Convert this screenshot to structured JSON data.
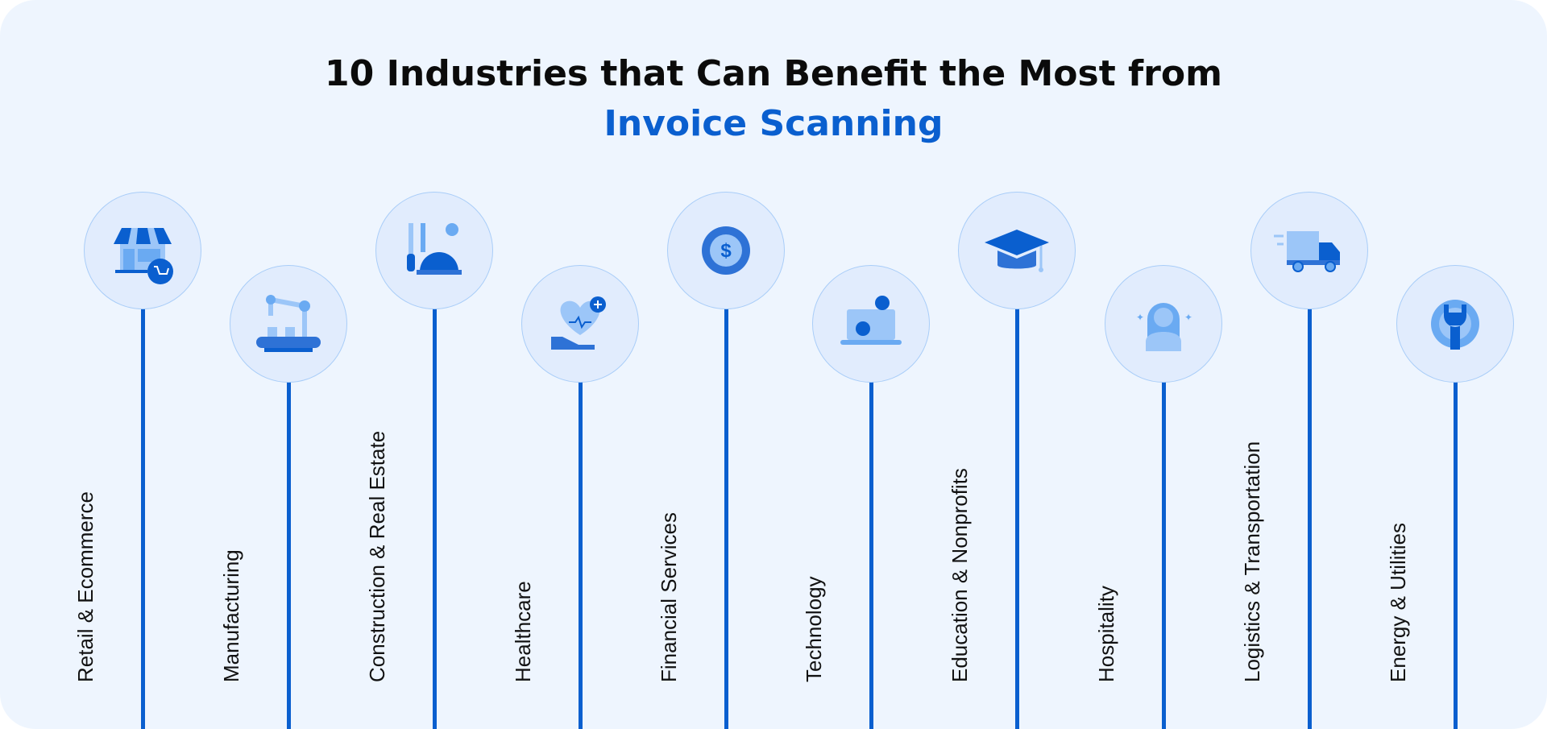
{
  "title": {
    "line1": "10 Industries that Can Benefit the Most from",
    "line2": "Invoice Scanning"
  },
  "colors": {
    "accent": "#0a5fcf",
    "background": "#eef5fe",
    "circle_fill": "#e1ecfd",
    "circle_border": "#a9cdf8",
    "icon_light": "#9cc6f8"
  },
  "industries": [
    {
      "label": "Retail & Ecommerce",
      "icon": "store-cart-icon"
    },
    {
      "label": "Manufacturing",
      "icon": "robot-arm-conveyor-icon"
    },
    {
      "label": "Construction & Real Estate",
      "icon": "tools-helmet-icon"
    },
    {
      "label": "Healthcare",
      "icon": "heart-hand-icon"
    },
    {
      "label": "Financial Services",
      "icon": "dollar-gear-icon"
    },
    {
      "label": "Technology",
      "icon": "laptop-gears-icon"
    },
    {
      "label": "Education & Nonprofits",
      "icon": "graduation-cap-icon"
    },
    {
      "label": "Hospitality",
      "icon": "receptionist-icon"
    },
    {
      "label": "Logistics & Transportation",
      "icon": "delivery-truck-icon"
    },
    {
      "label": "Energy & Utilities",
      "icon": "wrench-gear-icon"
    }
  ]
}
